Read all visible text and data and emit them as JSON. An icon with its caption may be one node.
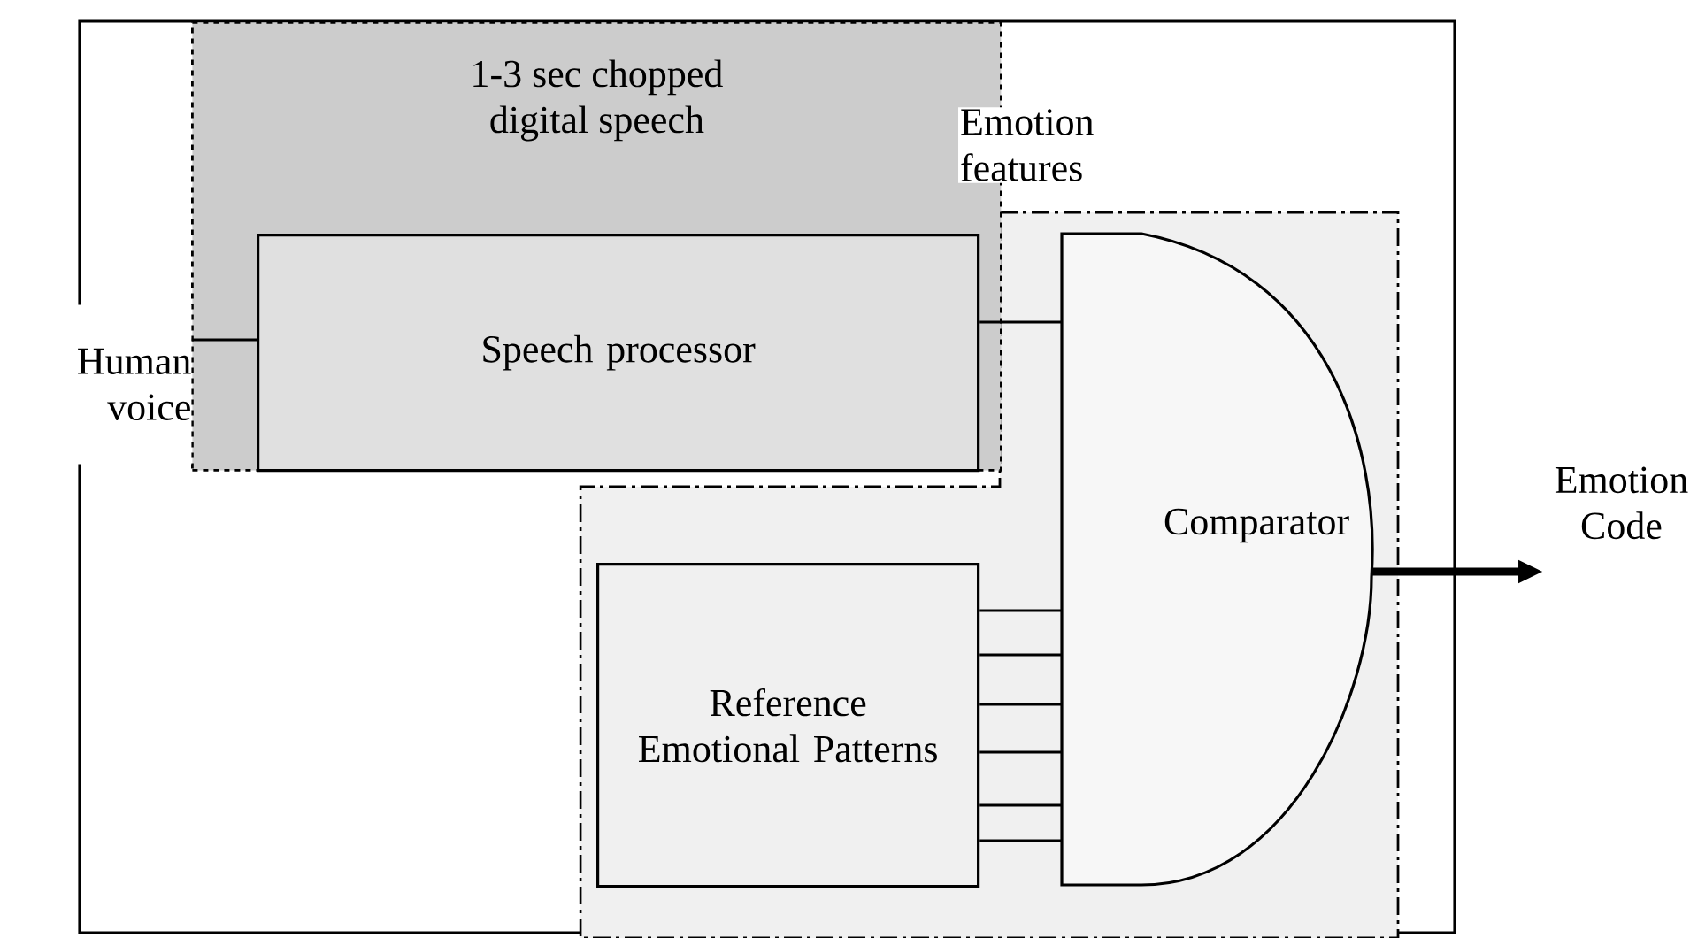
{
  "diagram": {
    "nodes": [
      {
        "text": [
          "1-3 sec chopped digital speech"
        ]
      },
      {
        "text": [
          "Speech processor"
        ],
        "in": 0
      },
      {
        "text": [
          "Human voice"
        ]
      },
      {
        "text": [
          "Comparator"
        ]
      },
      {
        "text": [
          "Reference Emotional Patterns"
        ]
      },
      {
        "text": [
          "Emotion Code"
        ]
      }
    ],
    "edges": [
      {
        "from": 2,
        "to": 1,
        "arrow": "none"
      },
      {
        "from": 1,
        "to": 3,
        "arrow": "none",
        "label": "Emotion features"
      },
      {
        "from": 4,
        "to": 3,
        "arrow": "none"
      },
      {
        "from": 4,
        "to": 3,
        "arrow": "none"
      },
      {
        "from": 4,
        "to": 3,
        "arrow": "none"
      },
      {
        "from": 4,
        "to": 3,
        "arrow": "none"
      },
      {
        "from": 4,
        "to": 3,
        "arrow": "none"
      },
      {
        "from": 4,
        "to": 3,
        "arrow": "none"
      },
      {
        "from": 3,
        "to": 5,
        "arrow": "to",
        "style": "thick"
      }
    ]
  }
}
